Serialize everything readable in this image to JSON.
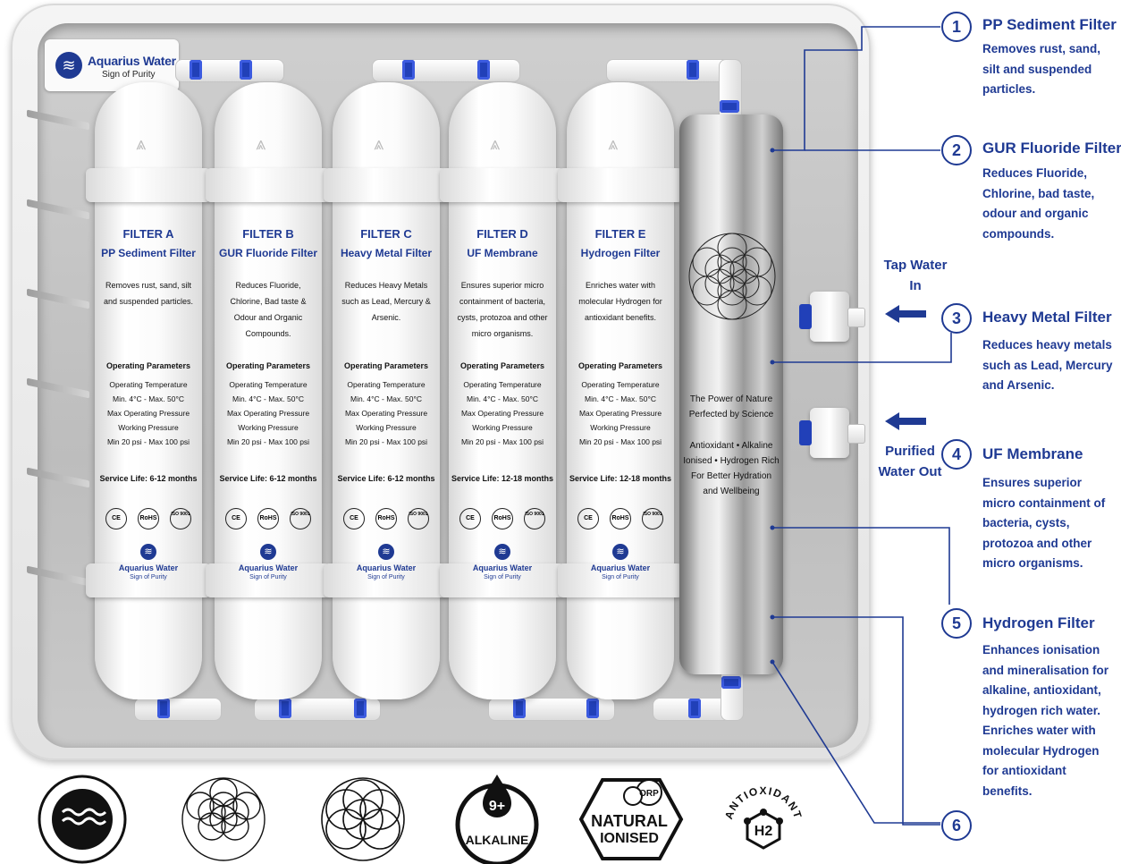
{
  "brand": {
    "name": "Aquarius Water",
    "tagline": "Sign of Purity"
  },
  "filters": [
    {
      "title": "FILTER A",
      "subtitle": "PP Sediment Filter",
      "desc": "Removes rust, sand, silt and suspended particles.",
      "op_header": "Operating Parameters",
      "op_lines": [
        "Operating Temperature",
        "Min. 4°C - Max. 50°C",
        "Max Operating Pressure",
        "Working Pressure",
        "Min 20 psi - Max 100 psi"
      ],
      "service_life": "Service Life: 6-12 months",
      "certs": [
        "CE",
        "RoHS",
        "ISO 9001"
      ]
    },
    {
      "title": "FILTER B",
      "subtitle": "GUR Fluoride Filter",
      "desc": "Reduces Fluoride, Chlorine, Bad taste & Odour and Organic Compounds.",
      "op_header": "Operating Parameters",
      "op_lines": [
        "Operating Temperature",
        "Min. 4°C - Max. 50°C",
        "Max Operating Pressure",
        "Working Pressure",
        "Min 20 psi - Max 100 psi"
      ],
      "service_life": "Service Life: 6-12 months",
      "certs": [
        "CE",
        "RoHS",
        "ISO 9001"
      ]
    },
    {
      "title": "FILTER C",
      "subtitle": "Heavy Metal Filter",
      "desc": "Reduces Heavy Metals such as Lead, Mercury & Arsenic.",
      "op_header": "Operating Parameters",
      "op_lines": [
        "Operating Temperature",
        "Min. 4°C - Max. 50°C",
        "Max Operating Pressure",
        "Working Pressure",
        "Min 20 psi - Max 100 psi"
      ],
      "service_life": "Service Life: 6-12 months",
      "certs": [
        "CE",
        "RoHS",
        "ISO 9001"
      ]
    },
    {
      "title": "FILTER D",
      "subtitle": "UF Membrane",
      "desc": "Ensures superior micro containment of bacteria, cysts, protozoa and other micro organisms.",
      "op_header": "Operating Parameters",
      "op_lines": [
        "Operating Temperature",
        "Min. 4°C - Max. 50°C",
        "Max Operating Pressure",
        "Working Pressure",
        "Min 20 psi - Max 100 psi"
      ],
      "service_life": "Service Life: 12-18 months",
      "certs": [
        "CE",
        "RoHS",
        "ISO 9001"
      ]
    },
    {
      "title": "FILTER E",
      "subtitle": "Hydrogen Filter",
      "desc": "Enriches water with molecular Hydrogen for antioxidant benefits.",
      "op_header": "Operating Parameters",
      "op_lines": [
        "Operating Temperature",
        "Min. 4°C - Max. 50°C",
        "Max Operating Pressure",
        "Working Pressure",
        "Min 20 psi - Max 100 psi"
      ],
      "service_life": "Service Life: 12-18 months",
      "certs": [
        "CE",
        "RoHS",
        "ISO 9001"
      ]
    }
  ],
  "hydrogen_column": {
    "line1": "The Power of Nature",
    "line2": "Perfected by Science",
    "line3": "Antioxidant • Alkaline",
    "line4": "Ionised • Hydrogen Rich",
    "line5": "For Better Hydration",
    "line6": "and Wellbeing"
  },
  "ports": {
    "tap_in_line1": "Tap Water",
    "tap_in_line2": "In",
    "purified_line1": "Purified",
    "purified_line2": "Water Out"
  },
  "annotations": [
    {
      "number": "1",
      "title": "PP Sediment Filter",
      "desc": "Removes rust, sand, silt and suspended particles."
    },
    {
      "number": "2",
      "title": "GUR Fluoride Filter",
      "desc": "Reduces Fluoride, Chlorine, bad taste, odour and organic compounds."
    },
    {
      "number": "3",
      "title": "Heavy Metal Filter",
      "desc": "Reduces heavy metals such as Lead, Mercury and Arsenic."
    },
    {
      "number": "4",
      "title": "UF Membrane",
      "desc": "Ensures superior micro containment of bacteria, cysts, protozoa and other micro organisms."
    },
    {
      "number": "5",
      "title": "Hydrogen Filter",
      "desc": "Enhances ionisation and mineralisation for alkaline, antioxidant, hydrogen rich water. Enriches water with molecular Hydrogen for antioxidant benefits."
    },
    {
      "number": "6",
      "title": "",
      "desc": ""
    }
  ],
  "badges": {
    "ph": "9+",
    "ph_label": "ALKALINE",
    "natural": "NATURAL",
    "ionised": "IONISED",
    "orp": "ORP",
    "antioxidant": "ANTIOXIDANT",
    "h2": "H2"
  },
  "colors": {
    "brand_blue": "#1f3a93",
    "clip_blue": "#2140b8"
  }
}
